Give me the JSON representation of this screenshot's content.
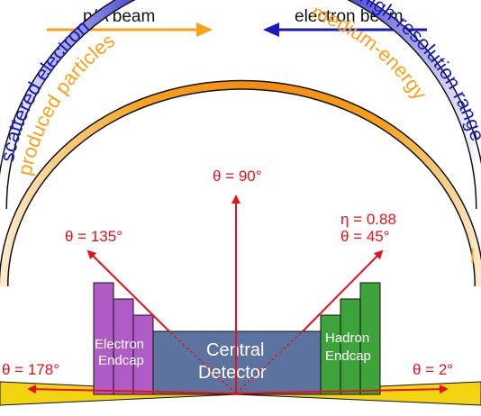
{
  "beams": {
    "left_label": "p/A beam",
    "right_label": "electron beam",
    "left_color": "#f7a21a",
    "right_color": "#1a1ab8"
  },
  "arcs": {
    "outer_left_text": "scattered electron",
    "outer_right_text": "high-resolution range",
    "inner_left_text": "produced particles",
    "inner_right_text": "medium-energy",
    "inner_far_right_text": "l"
  },
  "angles": {
    "theta_90": "θ = 90°",
    "theta_135": "θ = 135°",
    "eta_088": "η = 0.88",
    "theta_45": "θ = 45°",
    "theta_178": "θ = 178°",
    "theta_2": "θ = 2°"
  },
  "detectors": {
    "electron_line1": "Electron",
    "electron_line2": "Endcap",
    "central_line1": "Central",
    "central_line2": "Detector",
    "hadron_line1": "Hadron",
    "hadron_line2": "Endcap",
    "electron_color": "#b05cc6",
    "central_color": "#5c73a0",
    "hadron_color": "#3ea33a"
  },
  "colors": {
    "arrow_red": "#e8101a",
    "beam_yellow": "#f2d411"
  }
}
